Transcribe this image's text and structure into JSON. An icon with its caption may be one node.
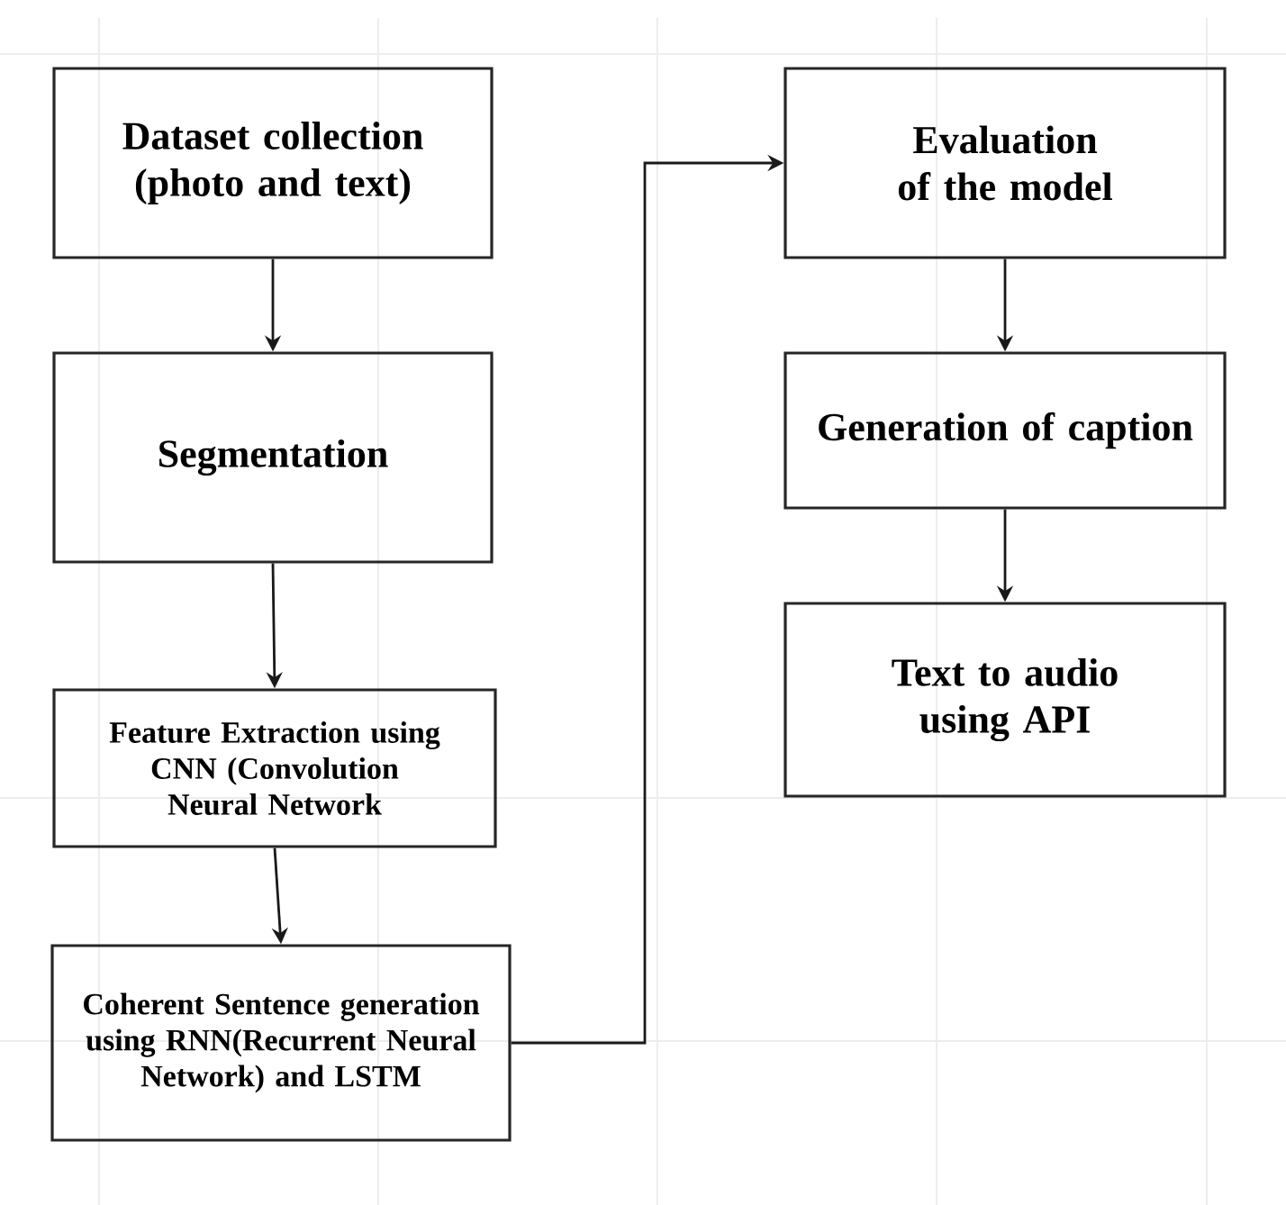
{
  "diagram": {
    "nodes": [
      {
        "text": [
          "Dataset collection (photo and text)"
        ]
      },
      {
        "text": [
          "Segmentation"
        ]
      },
      {
        "text": [
          "Feature Extraction using CNN (Convolution Neural Network"
        ]
      },
      {
        "text": [
          "Coherent Sentence generation using RNN(Recurrent Neural Network) and LSTM"
        ]
      },
      {
        "text": [
          "Evaluation of the model"
        ]
      },
      {
        "text": [
          "Generation of caption"
        ]
      },
      {
        "text": [
          "Text to audio using API"
        ]
      }
    ],
    "edges": [
      {
        "from": 0,
        "to": 1,
        "arrow": "to"
      },
      {
        "from": 1,
        "to": 2,
        "arrow": "to"
      },
      {
        "from": 2,
        "to": 3,
        "arrow": "to"
      },
      {
        "from": 3,
        "to": 4,
        "arrow": "to"
      },
      {
        "from": 4,
        "to": 5,
        "arrow": "to"
      },
      {
        "from": 5,
        "to": 6,
        "arrow": "to"
      }
    ]
  }
}
